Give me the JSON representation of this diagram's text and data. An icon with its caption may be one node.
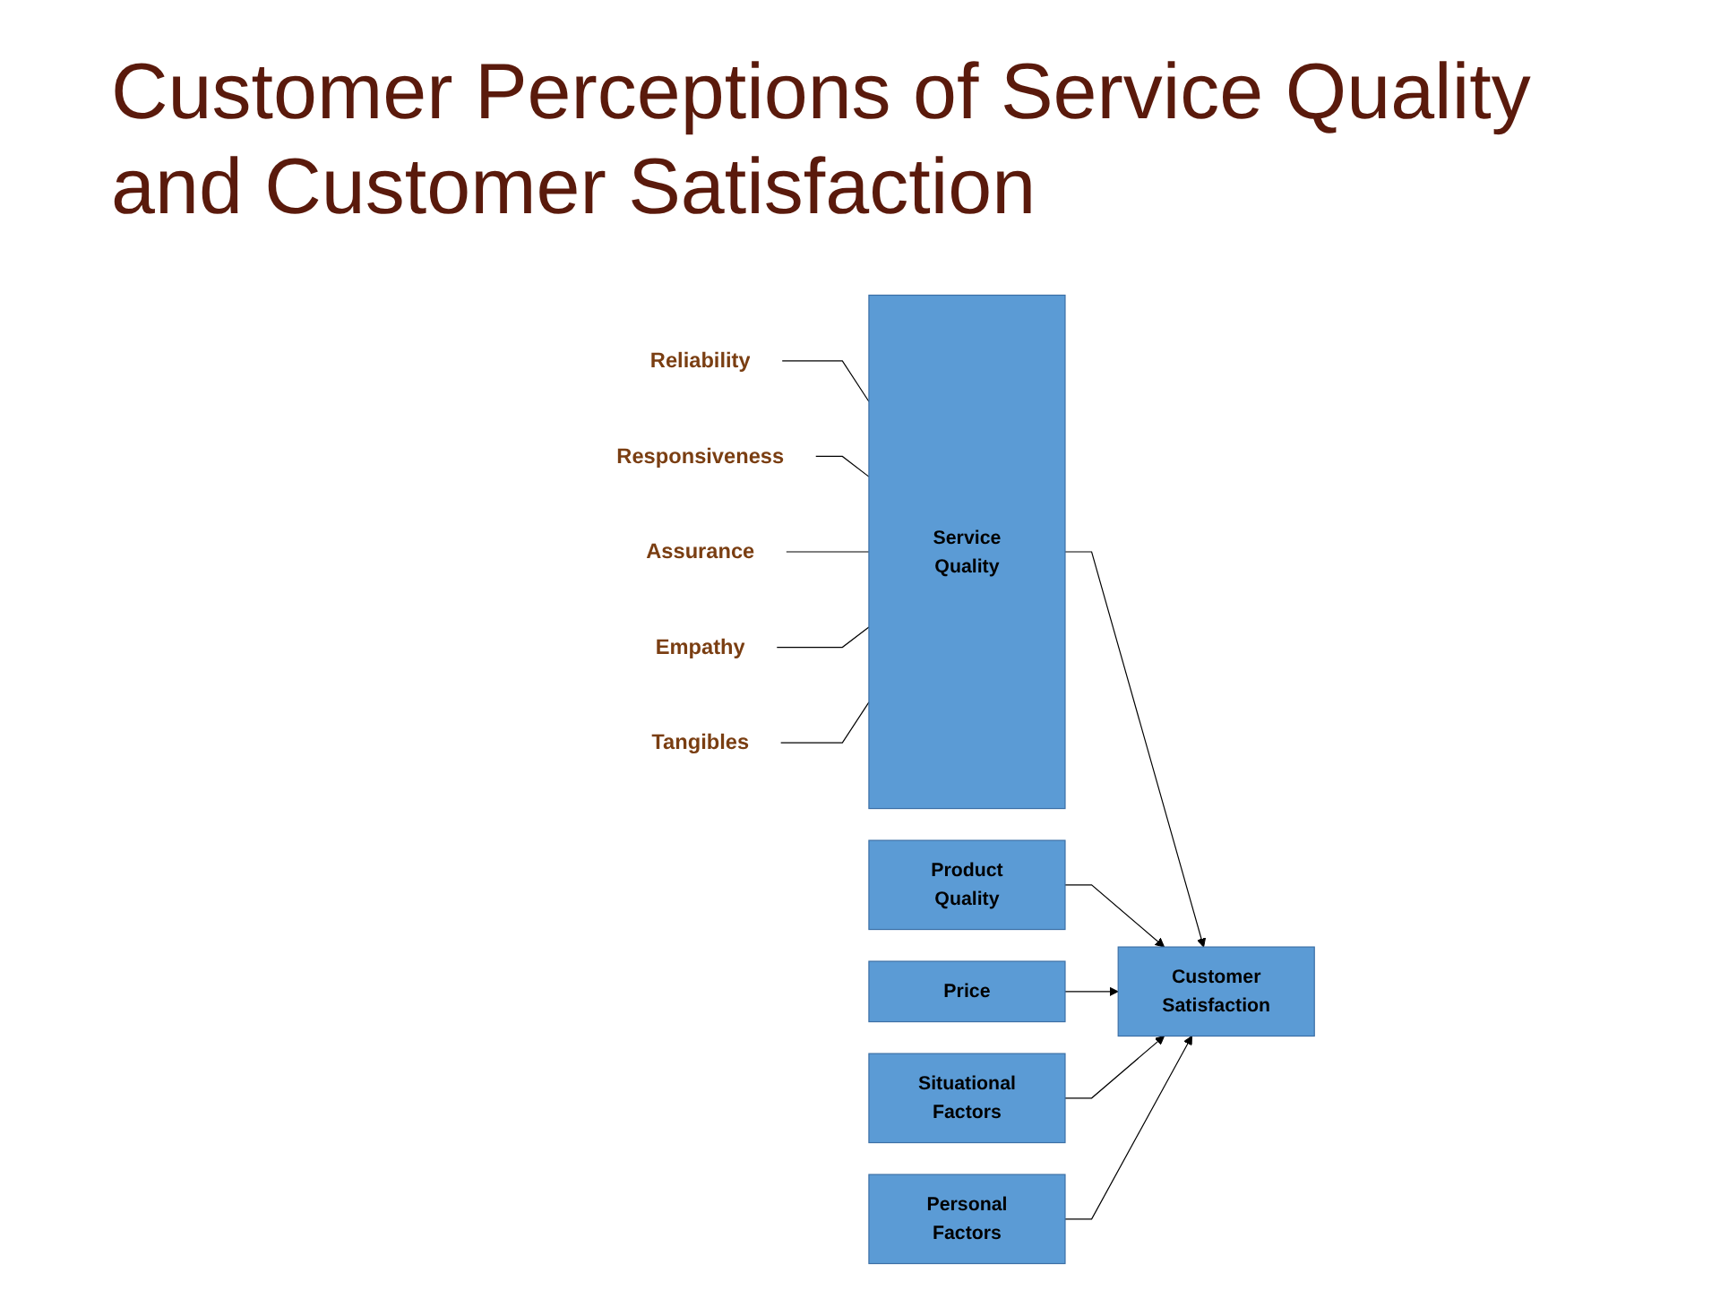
{
  "diagram": {
    "title": "Customer Perceptions of Service Quality and Customer Satisfaction",
    "nodes": [
      {
        "text": [
          "Reliability"
        ]
      },
      {
        "text": [
          "Responsiveness"
        ]
      },
      {
        "text": [
          "Assurance"
        ]
      },
      {
        "text": [
          "Empathy"
        ]
      },
      {
        "text": [
          "Tangibles"
        ]
      },
      {
        "text": [
          "Service Quality"
        ]
      },
      {
        "text": [
          "Product Quality"
        ]
      },
      {
        "text": [
          "Price"
        ]
      },
      {
        "text": [
          "Situational Factors"
        ]
      },
      {
        "text": [
          "Customer Satisfaction"
        ]
      },
      {
        "text": [
          "Personal Factors"
        ]
      }
    ],
    "edges": [
      {
        "from": 0,
        "to": 5,
        "arrow": "none"
      },
      {
        "from": 1,
        "to": 5,
        "arrow": "none"
      },
      {
        "from": 2,
        "to": 5,
        "arrow": "none"
      },
      {
        "from": 3,
        "to": 5,
        "arrow": "none"
      },
      {
        "from": 4,
        "to": 5,
        "arrow": "none"
      },
      {
        "from": 5,
        "to": 9,
        "arrow": "to"
      },
      {
        "from": 6,
        "to": 9,
        "arrow": "to"
      },
      {
        "from": 7,
        "to": 9,
        "arrow": "to"
      },
      {
        "from": 8,
        "to": 9,
        "arrow": "to"
      },
      {
        "from": 10,
        "to": 9,
        "arrow": "to"
      }
    ]
  }
}
